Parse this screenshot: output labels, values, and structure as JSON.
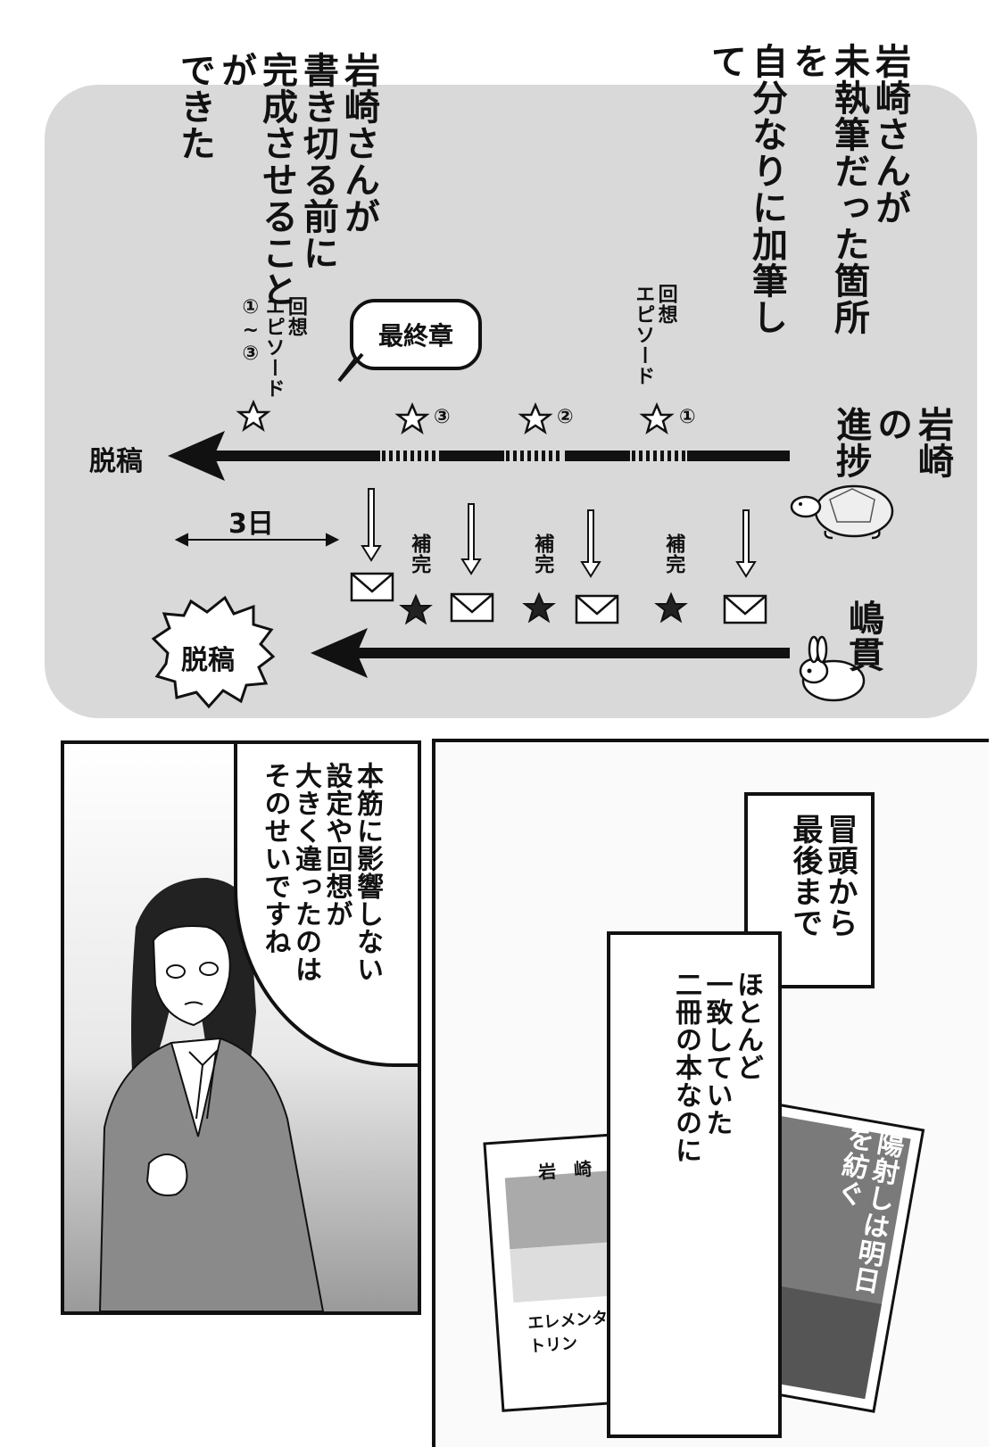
{
  "diagram": {
    "caption_right": [
      "岩崎さんが",
      "未執筆だった箇所を",
      "自分なりに加筆して"
    ],
    "caption_left": [
      "岩崎さんが",
      "書き切る前に",
      "完成させることが",
      "できた"
    ],
    "label_recall_right": [
      "回想",
      "エピソード"
    ],
    "label_recall_left": [
      "回想",
      "エピソード",
      "①~③"
    ],
    "bubble_final": "最終章",
    "row_top": {
      "name": [
        "岩崎の",
        "進捗"
      ],
      "end_label": "脱稿",
      "star_marks": [
        "①",
        "②",
        "③"
      ]
    },
    "row_bottom": {
      "name": "嶋貫",
      "end_label": "脱稿",
      "gap_label": "3日",
      "supplement_label": "補完"
    }
  },
  "lower_left": {
    "speech": [
      "本筋に影響しない",
      "設定や回想が",
      "大きく違ったのは",
      "そのせいですね"
    ]
  },
  "lower_right": {
    "caption_a": [
      "冒頭から",
      "最後まで"
    ],
    "caption_b": [
      "ほとんど",
      "一致していた",
      "二冊の本なのに"
    ],
    "book_left": {
      "author": "岩崎翔",
      "title": "エレメンタリー・ドクトリン"
    },
    "book_right": {
      "title": "陽射しは明日を紡ぐ"
    }
  }
}
